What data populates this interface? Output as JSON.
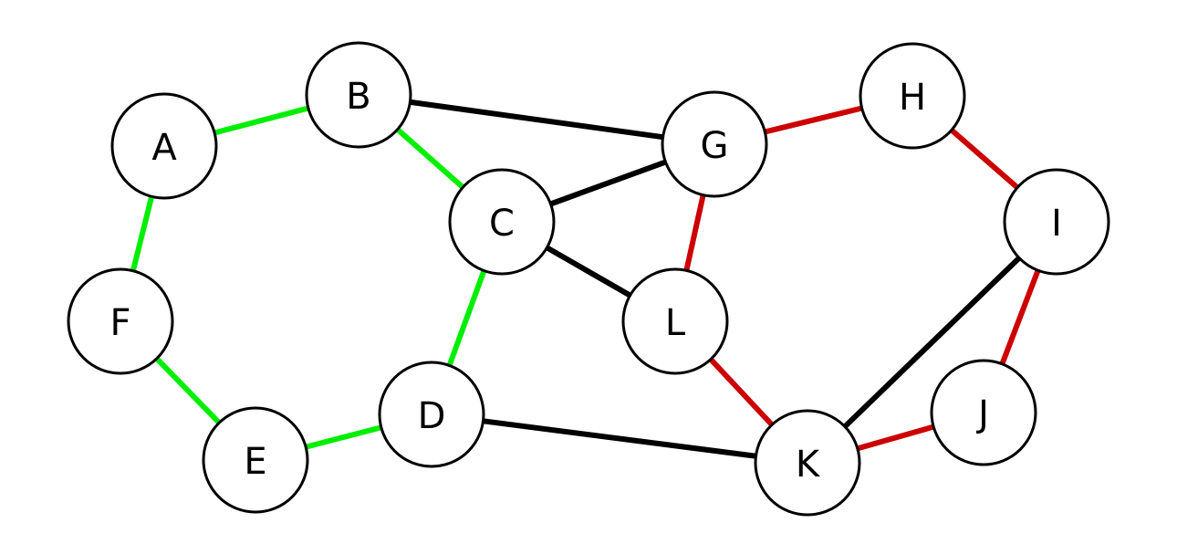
{
  "graph": {
    "nodes": [
      "A",
      "B",
      "C",
      "D",
      "E",
      "F",
      "G",
      "H",
      "I",
      "J",
      "K",
      "L"
    ],
    "edges": [
      {
        "from": "A",
        "to": "B",
        "color": "#00ee00"
      },
      {
        "from": "A",
        "to": "F",
        "color": "#00ee00"
      },
      {
        "from": "F",
        "to": "E",
        "color": "#00ee00"
      },
      {
        "from": "E",
        "to": "D",
        "color": "#00ee00"
      },
      {
        "from": "D",
        "to": "C",
        "color": "#00ee00"
      },
      {
        "from": "C",
        "to": "B",
        "color": "#00ee00"
      },
      {
        "from": "B",
        "to": "G",
        "color": "#000000"
      },
      {
        "from": "C",
        "to": "G",
        "color": "#000000"
      },
      {
        "from": "C",
        "to": "L",
        "color": "#000000"
      },
      {
        "from": "D",
        "to": "K",
        "color": "#000000"
      },
      {
        "from": "K",
        "to": "I",
        "color": "#000000"
      },
      {
        "from": "G",
        "to": "H",
        "color": "#cc0000"
      },
      {
        "from": "H",
        "to": "I",
        "color": "#cc0000"
      },
      {
        "from": "I",
        "to": "J",
        "color": "#cc0000"
      },
      {
        "from": "J",
        "to": "K",
        "color": "#cc0000"
      },
      {
        "from": "K",
        "to": "L",
        "color": "#cc0000"
      },
      {
        "from": "L",
        "to": "G",
        "color": "#cc0000"
      }
    ]
  }
}
